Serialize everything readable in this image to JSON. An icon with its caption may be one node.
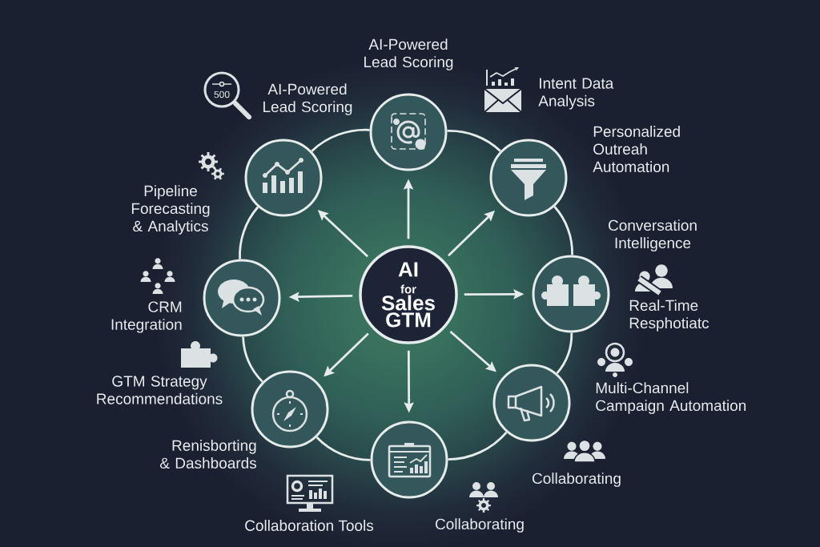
{
  "diagram": {
    "nodes": [
      {
        "text": [],
        "shape": "circle",
        "beside": [
          "AI-Powered Lead Scoring"
        ]
      },
      {
        "text": [],
        "shape": "circle"
      },
      {
        "text": [],
        "shape": "circle"
      },
      {
        "text": [],
        "shape": "circle"
      },
      {
        "text": [
          "AI",
          "for",
          "Sales GTM"
        ]
      },
      {
        "text": [],
        "shape": "circle"
      },
      {
        "text": [],
        "shape": "circle"
      },
      {
        "text": [],
        "shape": "circle"
      },
      {
        "text": [],
        "shape": "circle"
      }
    ],
    "edges": [
      {
        "from": 4,
        "to": 0,
        "arrow": "to"
      },
      {
        "from": 4,
        "to": 1,
        "arrow": "to"
      },
      {
        "from": 4,
        "to": 2,
        "arrow": "to"
      },
      {
        "from": 4,
        "to": 3,
        "arrow": "to"
      },
      {
        "from": 4,
        "to": 5,
        "arrow": "to"
      },
      {
        "from": 4,
        "to": 6,
        "arrow": "to"
      },
      {
        "from": 4,
        "to": 7,
        "arrow": "to"
      },
      {
        "from": 4,
        "to": 8,
        "arrow": "to"
      },
      {
        "from": 0,
        "to": 2,
        "arrow": "none"
      },
      {
        "from": 2,
        "to": 5,
        "arrow": "none"
      },
      {
        "from": 5,
        "to": 7,
        "arrow": "none"
      },
      {
        "from": 7,
        "to": 8,
        "arrow": "none"
      },
      {
        "from": 8,
        "to": 6,
        "arrow": "none"
      },
      {
        "from": 6,
        "to": 3,
        "arrow": "none"
      },
      {
        "from": 3,
        "to": 1,
        "arrow": "none"
      },
      {
        "from": 1,
        "to": 0,
        "arrow": "none"
      }
    ],
    "labels": [
      "500",
      "AI-Powered Lead Scoring",
      "Intent Data Analysis",
      "Personalized Outreah Automation",
      "Pipeline Forecasting & Analytics",
      "Conversation Intelligence",
      "CRM Integration",
      "Real-Time Resphotiatc",
      "GTM Strategy Recommendations",
      "Multi-Channel Campaign Automation",
      "Renisborting & Dashboards",
      "Collaborating",
      "Collaboration Tools",
      "Collaborating"
    ]
  }
}
